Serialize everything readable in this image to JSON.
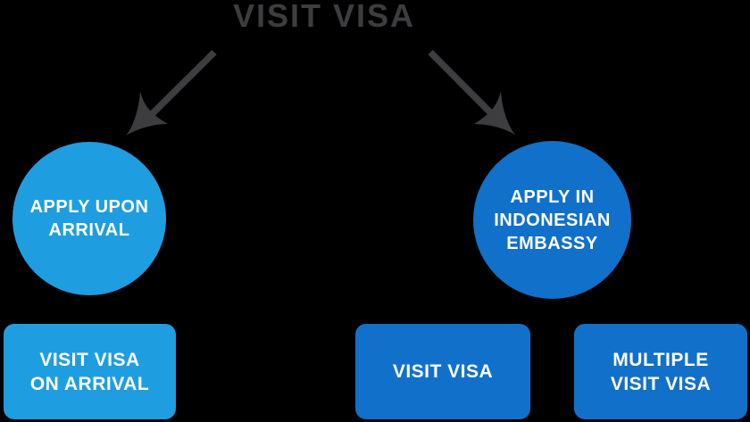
{
  "title": {
    "text": "VISIT VISA"
  },
  "colors": {
    "background": "#000000",
    "light_blue": "#1E9EE0",
    "dark_blue": "#1170C9",
    "arrow_and_title_gray": "#3D3D3F",
    "label_text": "#FFFFFF"
  },
  "branches": {
    "arrival": {
      "circle_lines": [
        "APPLY UPON",
        "ARRIVAL"
      ],
      "leaf_lines": [
        "VISIT VISA",
        "ON ARRIVAL"
      ]
    },
    "embassy": {
      "circle_lines": [
        "APPLY IN",
        "INDONESIAN",
        "EMBASSY"
      ],
      "leaf1_lines": [
        "VISIT VISA"
      ],
      "leaf2_lines": [
        "MULTIPLE",
        "VISIT VISA"
      ]
    }
  }
}
